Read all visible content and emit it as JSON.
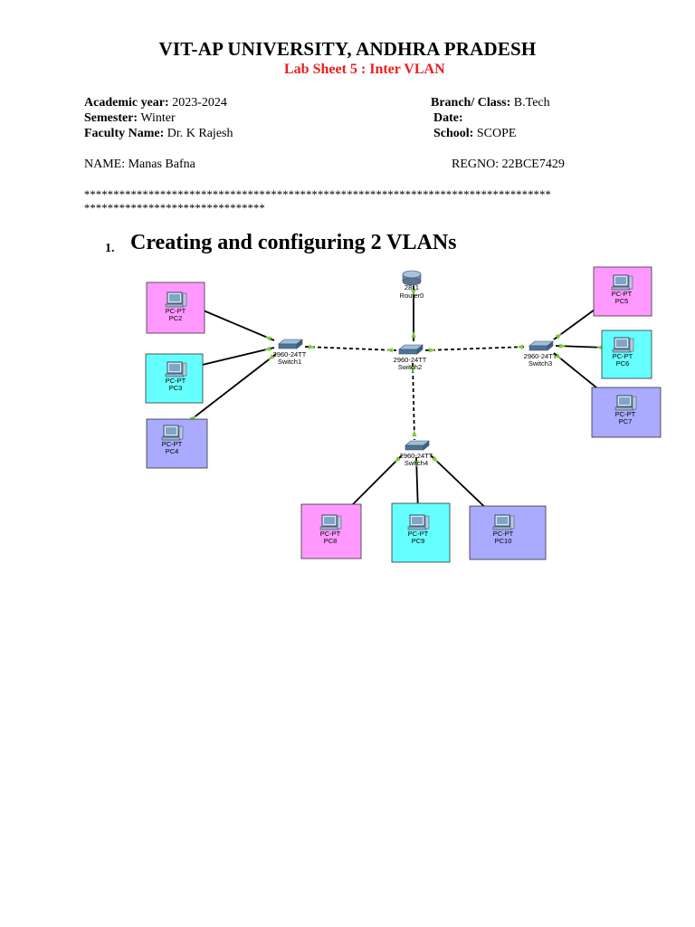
{
  "header": {
    "university": "VIT-AP UNIVERSITY, ANDHRA PRADESH",
    "lab_title": "Lab Sheet 5 : Inter VLAN"
  },
  "info": {
    "academic_year": {
      "label": "Academic year:",
      "value": "2023-2024"
    },
    "semester": {
      "label": "Semester:",
      "value": "Winter"
    },
    "faculty": {
      "label": "Faculty Name:",
      "value": "Dr. K Rajesh"
    },
    "branch": {
      "label": "Branch/ Class:",
      "value": "B.Tech"
    },
    "date": {
      "label": "Date:",
      "value": ""
    },
    "school": {
      "label": "School:",
      "value": "SCOPE"
    },
    "name": "NAME: Manas Bafna",
    "regno": "REGNO: 22BCE7429"
  },
  "separator": {
    "line1": "********************************************************************************",
    "line2": "*******************************"
  },
  "section": {
    "number": "1.",
    "title": "Creating and configuring 2 VLANs"
  },
  "topology": {
    "colors": {
      "pink": "#ff99ff",
      "cyan": "#66ffff",
      "lavender": "#aaaaff",
      "link": "#000000",
      "port": "#7ccc3c"
    },
    "router": {
      "model": "2811",
      "name": "Router0"
    },
    "switches": [
      {
        "id": "sw1",
        "model": "2960-24TT",
        "name": "Switch1"
      },
      {
        "id": "sw2",
        "model": "2960-24TT",
        "name": "Switch2"
      },
      {
        "id": "sw3",
        "model": "2960-24TT",
        "name": "Switch3"
      },
      {
        "id": "sw4",
        "model": "2960-24TT",
        "name": "Switch4"
      }
    ],
    "pcs": [
      {
        "id": "pc2",
        "type": "PC-PT",
        "name": "PC2",
        "color": "pink"
      },
      {
        "id": "pc3",
        "type": "PC-PT",
        "name": "PC3",
        "color": "cyan"
      },
      {
        "id": "pc4",
        "type": "PC-PT",
        "name": "PC4",
        "color": "lavender"
      },
      {
        "id": "pc5",
        "type": "PC-PT",
        "name": "PC5",
        "color": "pink"
      },
      {
        "id": "pc6",
        "type": "PC-PT",
        "name": "PC6",
        "color": "cyan"
      },
      {
        "id": "pc7",
        "type": "PC-PT",
        "name": "PC7",
        "color": "lavender"
      },
      {
        "id": "pc8",
        "type": "PC-PT",
        "name": "PC8",
        "color": "pink"
      },
      {
        "id": "pc9",
        "type": "PC-PT",
        "name": "PC9",
        "color": "cyan"
      },
      {
        "id": "pc10",
        "type": "PC-PT",
        "name": "PC10",
        "color": "lavender"
      }
    ]
  }
}
